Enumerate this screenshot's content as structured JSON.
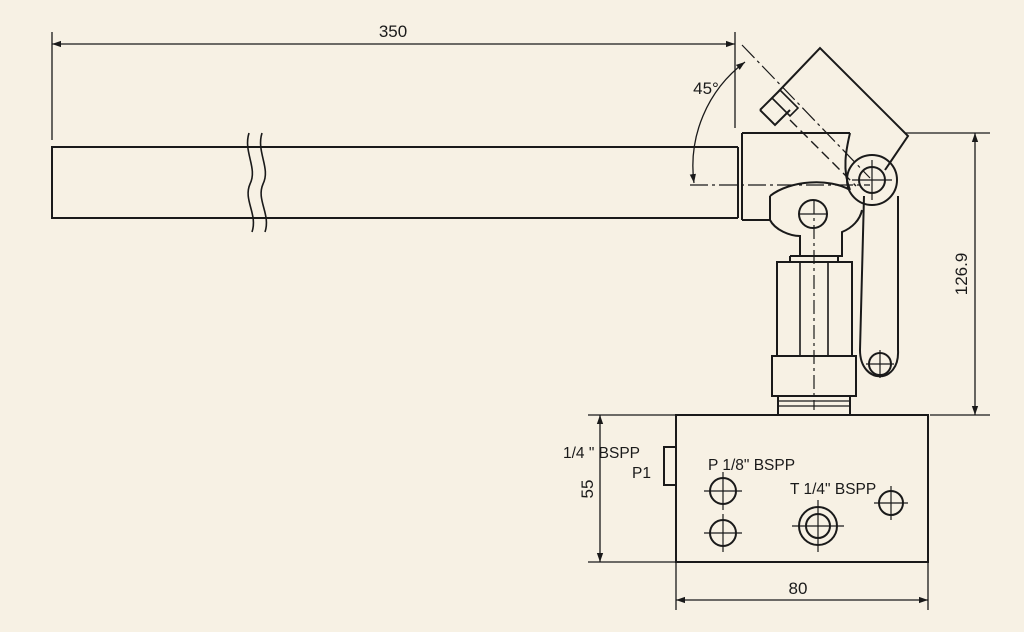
{
  "drawing": {
    "paper_color": "#f7f1e4",
    "line_color": "#1a1a1a",
    "dimensions": {
      "handle_length": "350",
      "handle_angle": "45°",
      "pump_height": "126.9",
      "block_height": "55",
      "block_width": "80"
    },
    "port_labels": {
      "side_port_size": "1/4 \" BSPP",
      "side_port_name": "P1",
      "pressure_port": "P 1/8\" BSPP",
      "tank_port": "T 1/4\" BSPP"
    }
  }
}
